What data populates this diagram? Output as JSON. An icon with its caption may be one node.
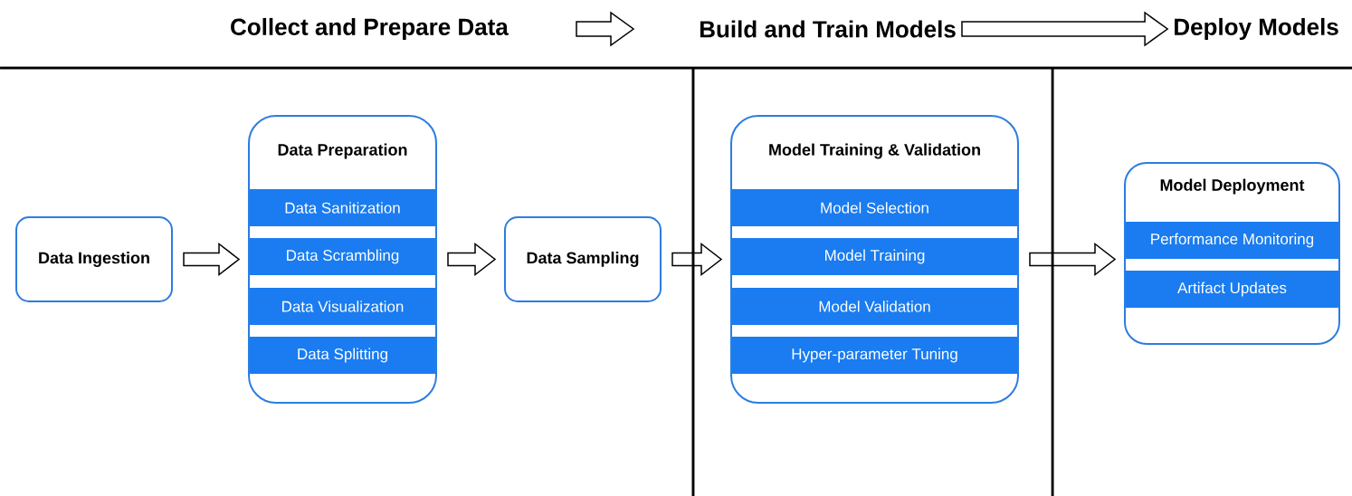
{
  "diagram": {
    "nodes": [
      {
        "text": [
          "Collect and Prepare Data"
        ]
      },
      {
        "text": [
          "Build and Train Models"
        ]
      },
      {
        "text": [
          "Deploy Models"
        ]
      },
      {
        "text": [
          "Data Ingestion"
        ]
      },
      {
        "text": [
          "Data Preparation"
        ]
      },
      {
        "text": [
          "Data Sanitization"
        ],
        "in": 4
      },
      {
        "text": [
          "Data Scrambling"
        ],
        "in": 4
      },
      {
        "text": [
          "Data Visualization"
        ],
        "in": 4
      },
      {
        "text": [
          "Data Splitting"
        ],
        "in": 4
      },
      {
        "text": [
          "Data Sampling"
        ]
      },
      {
        "text": [
          "Model Training & Validation"
        ]
      },
      {
        "text": [
          "Model Selection"
        ],
        "in": 10
      },
      {
        "text": [
          "Model Training"
        ],
        "in": 10
      },
      {
        "text": [
          "Model Validation"
        ],
        "in": 10
      },
      {
        "text": [
          "Hyper-parameter Tuning"
        ],
        "in": 10
      },
      {
        "text": [
          "Model Deployment"
        ]
      },
      {
        "text": [
          "Performance Monitoring"
        ],
        "in": 15
      },
      {
        "text": [
          "Artifact Updates"
        ],
        "in": 15
      }
    ],
    "edges": [
      {
        "from": 0,
        "to": 1,
        "arrow": "to"
      },
      {
        "from": 1,
        "to": 2,
        "arrow": "to"
      },
      {
        "from": 3,
        "to": 4,
        "arrow": "to"
      },
      {
        "from": 4,
        "to": 9,
        "arrow": "to"
      },
      {
        "from": 9,
        "to": 10,
        "arrow": "to"
      },
      {
        "from": 10,
        "to": 15,
        "arrow": "to"
      }
    ]
  }
}
